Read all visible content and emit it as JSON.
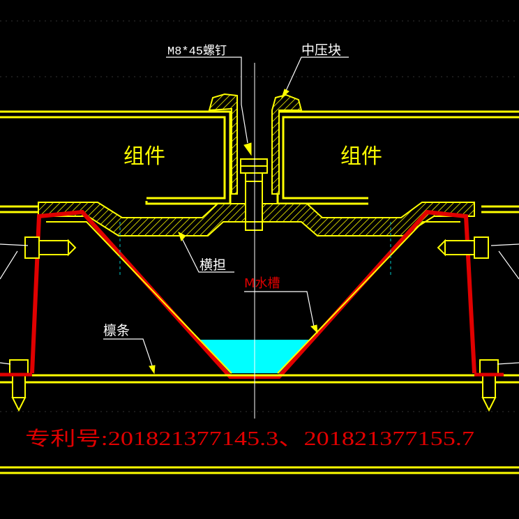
{
  "labels": {
    "screw": "M8*45螺钉",
    "clamp": "中压块",
    "module_left": "组件",
    "module_right": "组件",
    "crossbar": "横担",
    "water_channel": "M水槽",
    "purlin": "檩条",
    "patent": "专利号:201821377145.3、201821377155.7"
  },
  "colors": {
    "background": "#000000",
    "frame": "#FFFF00",
    "channel": "#E00000",
    "water": "#00FFFF",
    "leader": "#FFFFFF",
    "text_white": "#FFFFFF",
    "patent_text": "#E00000"
  }
}
